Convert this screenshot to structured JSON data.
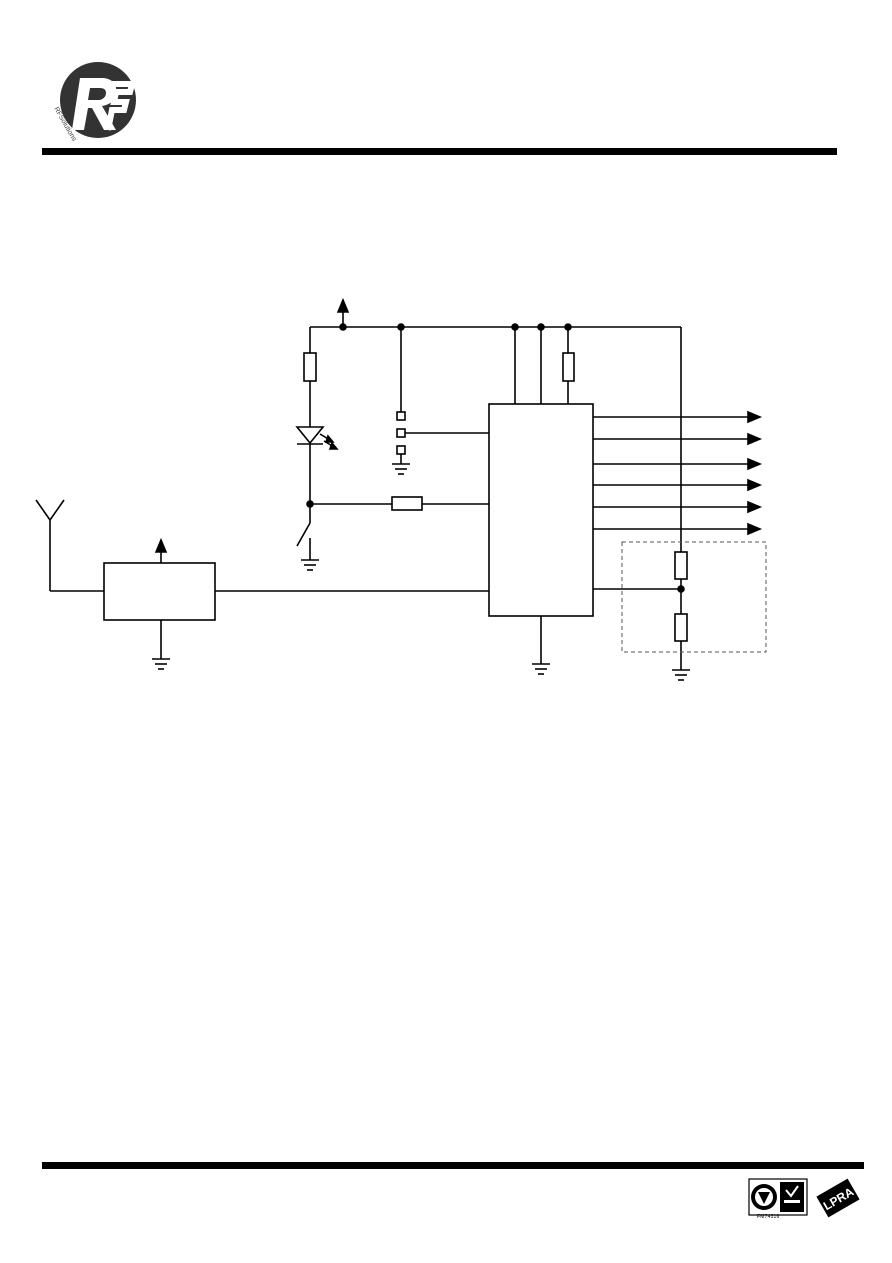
{
  "header": {
    "logo_name": "RF Solutions",
    "logo_icon": "rf-solutions-logo-icon",
    "logo_text": "RFSolutions"
  },
  "diagram": {
    "colors": {
      "line": "#000000",
      "background": "#ffffff",
      "dashed_box": "#555555"
    },
    "labels": []
  },
  "footer": {
    "cert_code": "FM74316",
    "badges": [
      "bsi-kitemark-icon",
      "ukas-management-systems-icon",
      "lpra-icon"
    ],
    "lpra_text": "LPRA"
  }
}
